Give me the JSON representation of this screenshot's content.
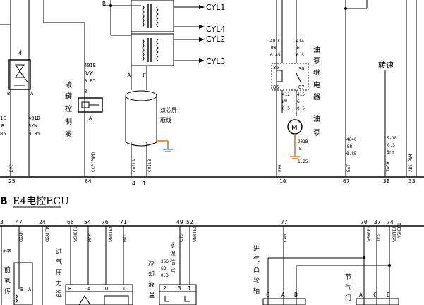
{
  "coils": {
    "labels": [
      "CYL1",
      "CYL4",
      "CYL2",
      "CYL3"
    ],
    "node_b": "B",
    "node_a": "A",
    "node_c": "C",
    "shield_label": [
      "双芯屏",
      "蔽线"
    ],
    "pins": [
      "4",
      "1"
    ],
    "pin_tags": [
      "COILA",
      "COILB"
    ]
  },
  "left_sensor": {
    "pin_num": "4",
    "pin_b": "B",
    "pin_a": "A",
    "wire_left": [
      "1C",
      "R",
      "85"
    ],
    "wire_right": [
      "401D",
      "R/W",
      "0.85"
    ],
    "bottom_tag": "DVC",
    "bottom_pin": "25"
  },
  "canister": {
    "wire": [
      "401E",
      "R/W",
      "0.85"
    ],
    "pin_b": "B",
    "pin_a": "A",
    "vertical_text": [
      "碳",
      "罐",
      "控",
      "制",
      "阀"
    ],
    "bottom_tag": "CCP(PWM)",
    "bottom_pin": "64"
  },
  "fuel_pump": {
    "wire_left": [
      "401C",
      "RW",
      "0.85"
    ],
    "wire_right": [
      "414",
      "G",
      "0.5"
    ],
    "relay_pins": [
      "85",
      "30",
      "86",
      "87"
    ],
    "wire_mid_left": [
      "412",
      "WV",
      "0.5"
    ],
    "wire_mid_right": [
      "415",
      "G",
      "0.5"
    ],
    "motor_label": "M",
    "wire_bottom": [
      "901B",
      "B",
      "1.25"
    ],
    "vertical_text_1": [
      "油",
      "泵",
      "继",
      "电",
      "器"
    ],
    "vertical_text_2": [
      "油",
      "泵"
    ],
    "bottom_tag": "FPR",
    "bottom_pin": "10"
  },
  "right_block": {
    "speed_label": "转速",
    "wire_bat": [
      "464C",
      "BR",
      "0.85"
    ],
    "wire_tach": [
      "S-18",
      "0.3",
      "BrY"
    ],
    "tags": [
      "BAT",
      "TACH",
      "ABS PWM"
    ],
    "pins": [
      "67",
      "38",
      "33"
    ]
  },
  "ecu": {
    "letter": "B",
    "title": "E4电控ECU"
  },
  "lower": {
    "pins_row": [
      "3",
      "47",
      "24",
      "66",
      "54",
      "76",
      "71",
      "49",
      "52",
      "77",
      "70",
      "37",
      "74"
    ],
    "tags": [
      "O2AH",
      "O2AHTR",
      "VSHEF1",
      "MAP",
      "VSHTEJ",
      "MAT",
      "CTS",
      "VSHTEJ",
      "CAM",
      "VSHEF1",
      "TPS",
      "VSHTEJ",
      "VSHEF1"
    ],
    "front_sensor_text": [
      "前",
      "氧",
      "传"
    ],
    "front_label": "前氧",
    "map_text": [
      "进",
      "气",
      "压",
      "力",
      "温"
    ],
    "map_pins": [
      "B",
      "A",
      "D",
      "C"
    ],
    "coolant_text": [
      "冷",
      "却",
      "液",
      "温"
    ],
    "coolant_wire": [
      "356",
      "GO",
      "0.3"
    ],
    "coolant_signal": [
      "水",
      "温",
      "信",
      "号"
    ],
    "coolant_pins": [
      "2",
      "3",
      "1"
    ],
    "cam_text": [
      "进",
      "气",
      "凸",
      "轮",
      "轴"
    ],
    "cam_pins": [
      "C",
      "A",
      "B"
    ],
    "throttle_text": [
      "节",
      "气",
      "门"
    ],
    "throttle_pins": [
      "A",
      "C",
      "B"
    ],
    "left_pins": [
      "B",
      "A"
    ]
  }
}
